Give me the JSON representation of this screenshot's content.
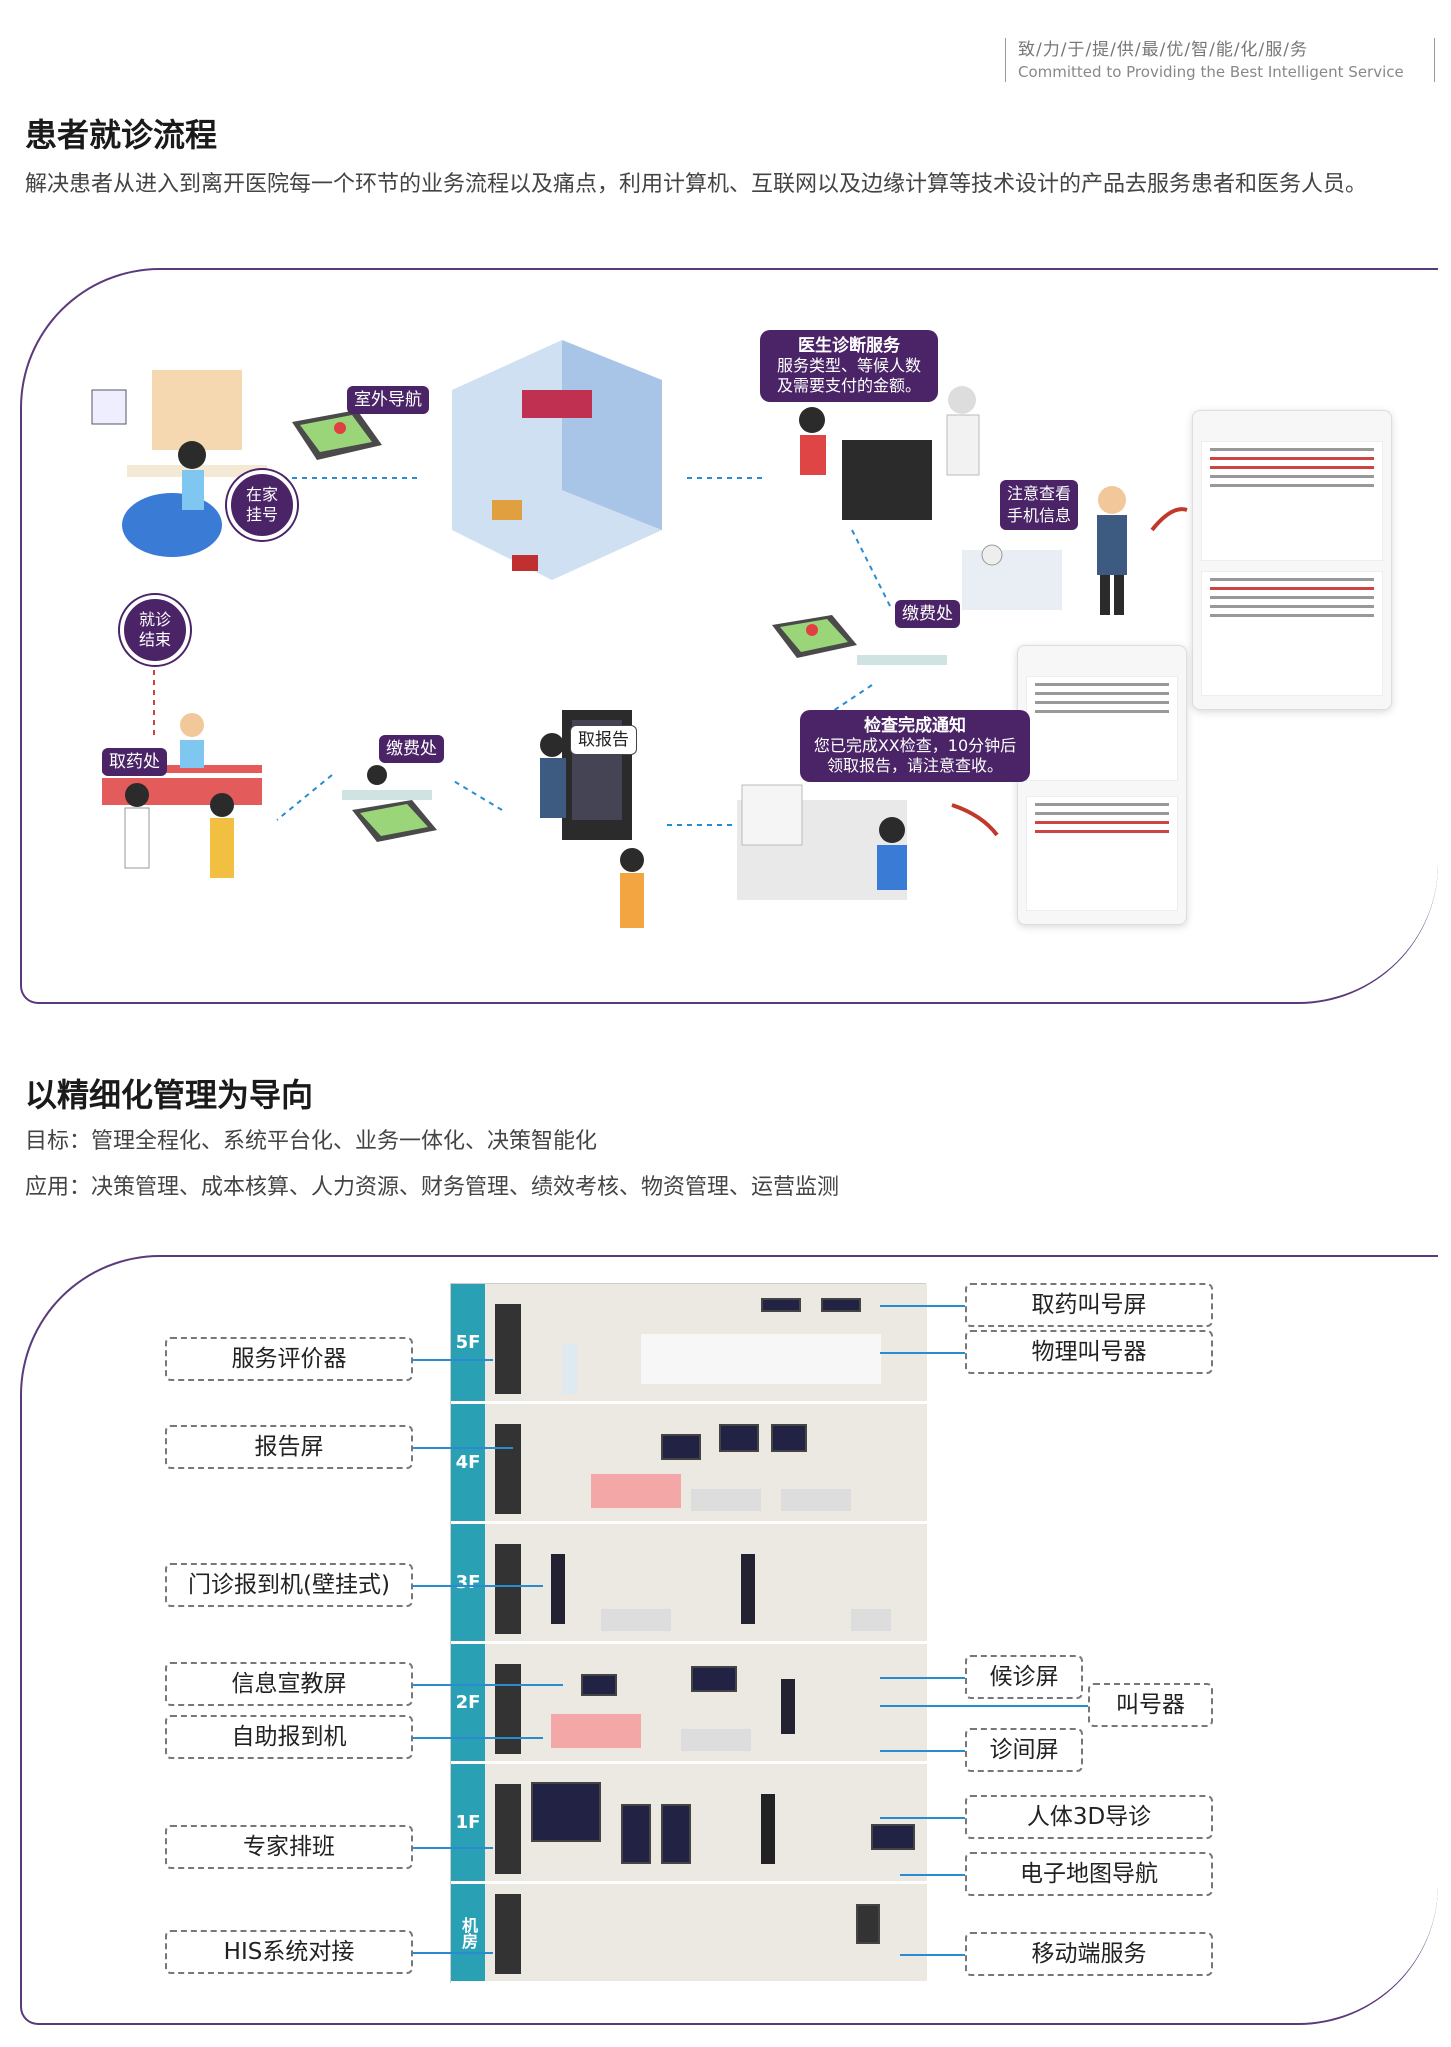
{
  "header": {
    "tagline_cn": "致/力/于/提/供/最/优/智/能/化/服/务",
    "tagline_en": "Committed to Providing the Best Intelligent Service"
  },
  "section1": {
    "title": "患者就诊流程",
    "desc": "解决患者从进入到离开医院每一个环节的业务流程以及痛点，利用计算机、互联网以及边缘计算等技术设计的产品去服务患者和医务人员。",
    "labels": {
      "home_register": "在家\n挂号",
      "outdoor_nav": "室外导航",
      "doctor_title": "医生诊断服务",
      "doctor_text": "服务类型、等候人数及需要支付的金额。",
      "check_phone": "注意查看\n手机信息",
      "payment1": "缴费处",
      "visit_end": "就诊\n结束",
      "exam_title": "检查完成通知",
      "exam_text": "您已完成XX检查，10分钟后领取报告，请注意查收。",
      "get_report": "取报告",
      "payment2": "缴费处",
      "pharmacy": "取药处"
    }
  },
  "section2": {
    "title": "以精细化管理为导向",
    "goal": "目标：管理全程化、系统平台化、业务一体化、决策智能化",
    "apply": "应用：决策管理、成本核算、人力资源、财务管理、绩效考核、物资管理、运营监测",
    "left_tags": [
      "服务评价器",
      "报告屏",
      "门诊报到机(壁挂式)",
      "信息宣教屏",
      "自助报到机",
      "专家排班",
      "HIS系统对接"
    ],
    "right_tags": [
      "取药叫号屏",
      "物理叫号器",
      "候诊屏",
      "叫号器",
      "诊间屏",
      "人体3D导诊",
      "电子地图导航",
      "移动端服务"
    ],
    "floors": [
      "5F",
      "4F",
      "3F",
      "2F",
      "1F",
      "机房"
    ]
  },
  "colors": {
    "accent": "#4a2466",
    "frame": "#5a3a7a",
    "connector": "#2a8bd0"
  }
}
